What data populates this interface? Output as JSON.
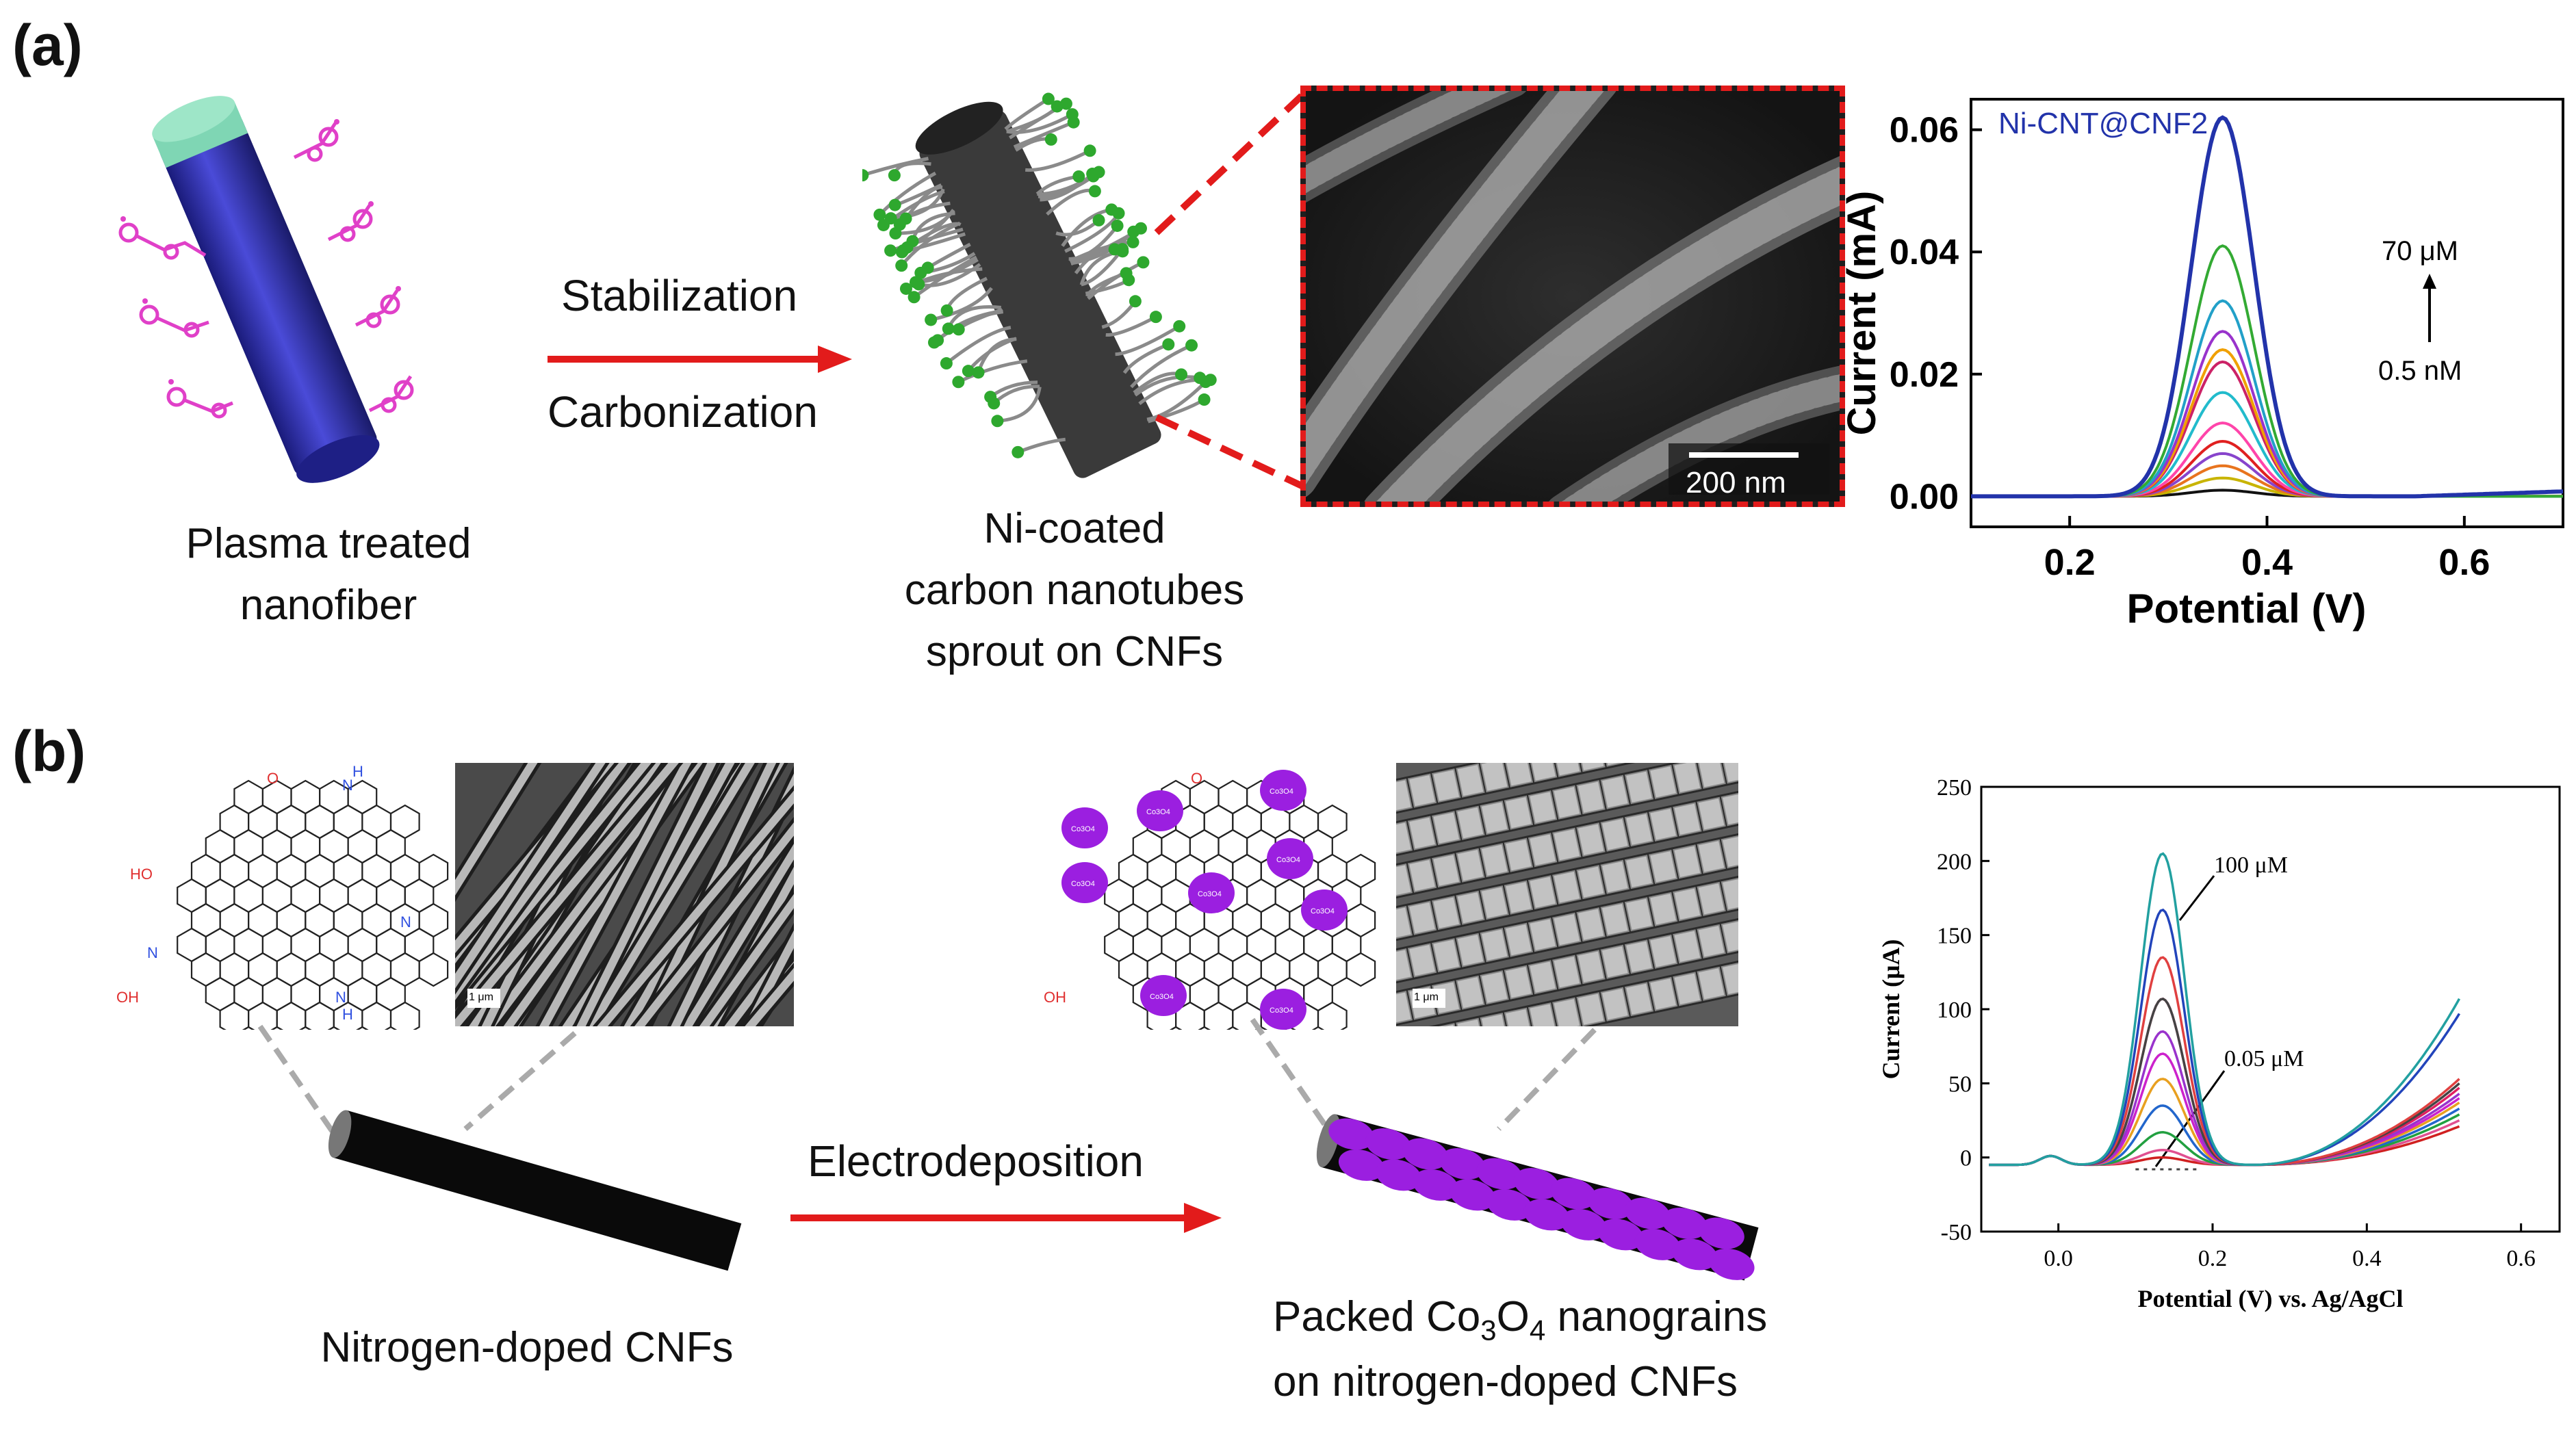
{
  "panel_a": {
    "label": "(a)",
    "left_caption": [
      "Plasma treated",
      "nanofiber"
    ],
    "arrow_top": "Stabilization",
    "arrow_bottom": "Carbonization",
    "middle_caption": [
      "Ni-coated",
      "carbon nanotubes",
      "sprout on CNFs"
    ],
    "sem_scale": "200 nm",
    "colors": {
      "fiber": "#2d2ea8",
      "cap": "#7fd6b4",
      "arrow": "#e21b1b",
      "ni": "#2ea82e",
      "ligand": "#e040c8"
    }
  },
  "panel_b": {
    "label": "(b)",
    "left_caption": "Nitrogen-doped CNFs",
    "arrow_label": "Electrodeposition",
    "right_caption_line1_pre": "Packed Co",
    "right_caption_sub1": "3",
    "right_caption_mid": "O",
    "right_caption_sub2": "4",
    "right_caption_line1_post": " nanograins",
    "right_caption_line2": "on nitrogen-doped CNFs",
    "sem_scale": "1 μm",
    "struct_labels": {
      "ho": "HO",
      "n": "N",
      "o": "O",
      "h": "H",
      "oh": "OH",
      "co3o4": "Co3O4"
    },
    "colors": {
      "grain": "#9b1fe0",
      "fiber": "#111111",
      "arrow": "#e21b1b"
    }
  },
  "chart_data": [
    {
      "type": "line",
      "title": "Ni-CNT@CNF2",
      "xlabel": "Potential (V)",
      "ylabel": "Current (mA)",
      "xlim": [
        0.1,
        0.7
      ],
      "ylim": [
        -0.005,
        0.065
      ],
      "xticks": [
        "0.2",
        "0.4",
        "0.6"
      ],
      "yticks": [
        "0.00",
        "0.02",
        "0.04",
        "0.06"
      ],
      "annotation_high": "70 μM",
      "annotation_low": "0.5 nM",
      "peak_x": 0.355,
      "series": [
        {
          "color": "#111111",
          "peak": 0.001
        },
        {
          "color": "#c8b400",
          "peak": 0.003
        },
        {
          "color": "#e8741e",
          "peak": 0.005
        },
        {
          "color": "#8844cc",
          "peak": 0.007
        },
        {
          "color": "#e02020",
          "peak": 0.009
        },
        {
          "color": "#ff44aa",
          "peak": 0.012
        },
        {
          "color": "#22bbcc",
          "peak": 0.017
        },
        {
          "color": "#cc2266",
          "peak": 0.022
        },
        {
          "color": "#f0a000",
          "peak": 0.024
        },
        {
          "color": "#9933cc",
          "peak": 0.027
        },
        {
          "color": "#22a0c8",
          "peak": 0.032
        },
        {
          "color": "#33aa33",
          "peak": 0.041
        },
        {
          "color": "#2233aa",
          "peak": 0.062
        }
      ]
    },
    {
      "type": "line",
      "xlabel": "Potential (V) vs. Ag/AgCl",
      "ylabel": "Current (μA)",
      "xlim": [
        -0.1,
        0.65
      ],
      "ylim": [
        -50,
        250
      ],
      "xticks": [
        "0.0",
        "0.2",
        "0.4",
        "0.6"
      ],
      "yticks": [
        "-50",
        "0",
        "50",
        "100",
        "150",
        "200",
        "250"
      ],
      "annotation_high": "100 μM",
      "annotation_low": "0.05 μM",
      "peak_x": 0.135,
      "series": [
        {
          "color": "#d02020",
          "peak": 5,
          "tail": 26
        },
        {
          "color": "#e05090",
          "peak": 10,
          "tail": 30
        },
        {
          "color": "#22a040",
          "peak": 22,
          "tail": 34
        },
        {
          "color": "#2266cc",
          "peak": 40,
          "tail": 38
        },
        {
          "color": "#e8a020",
          "peak": 58,
          "tail": 42
        },
        {
          "color": "#cc22cc",
          "peak": 75,
          "tail": 45
        },
        {
          "color": "#9933cc",
          "peak": 90,
          "tail": 48
        },
        {
          "color": "#e02060",
          "peak": 112,
          "tail": 52
        },
        {
          "color": "#444444",
          "peak": 112,
          "tail": 55
        },
        {
          "color": "#e04040",
          "peak": 140,
          "tail": 58
        },
        {
          "color": "#2244bb",
          "peak": 172,
          "tail": 102
        },
        {
          "color": "#22a0a0",
          "peak": 210,
          "tail": 112
        }
      ]
    }
  ]
}
